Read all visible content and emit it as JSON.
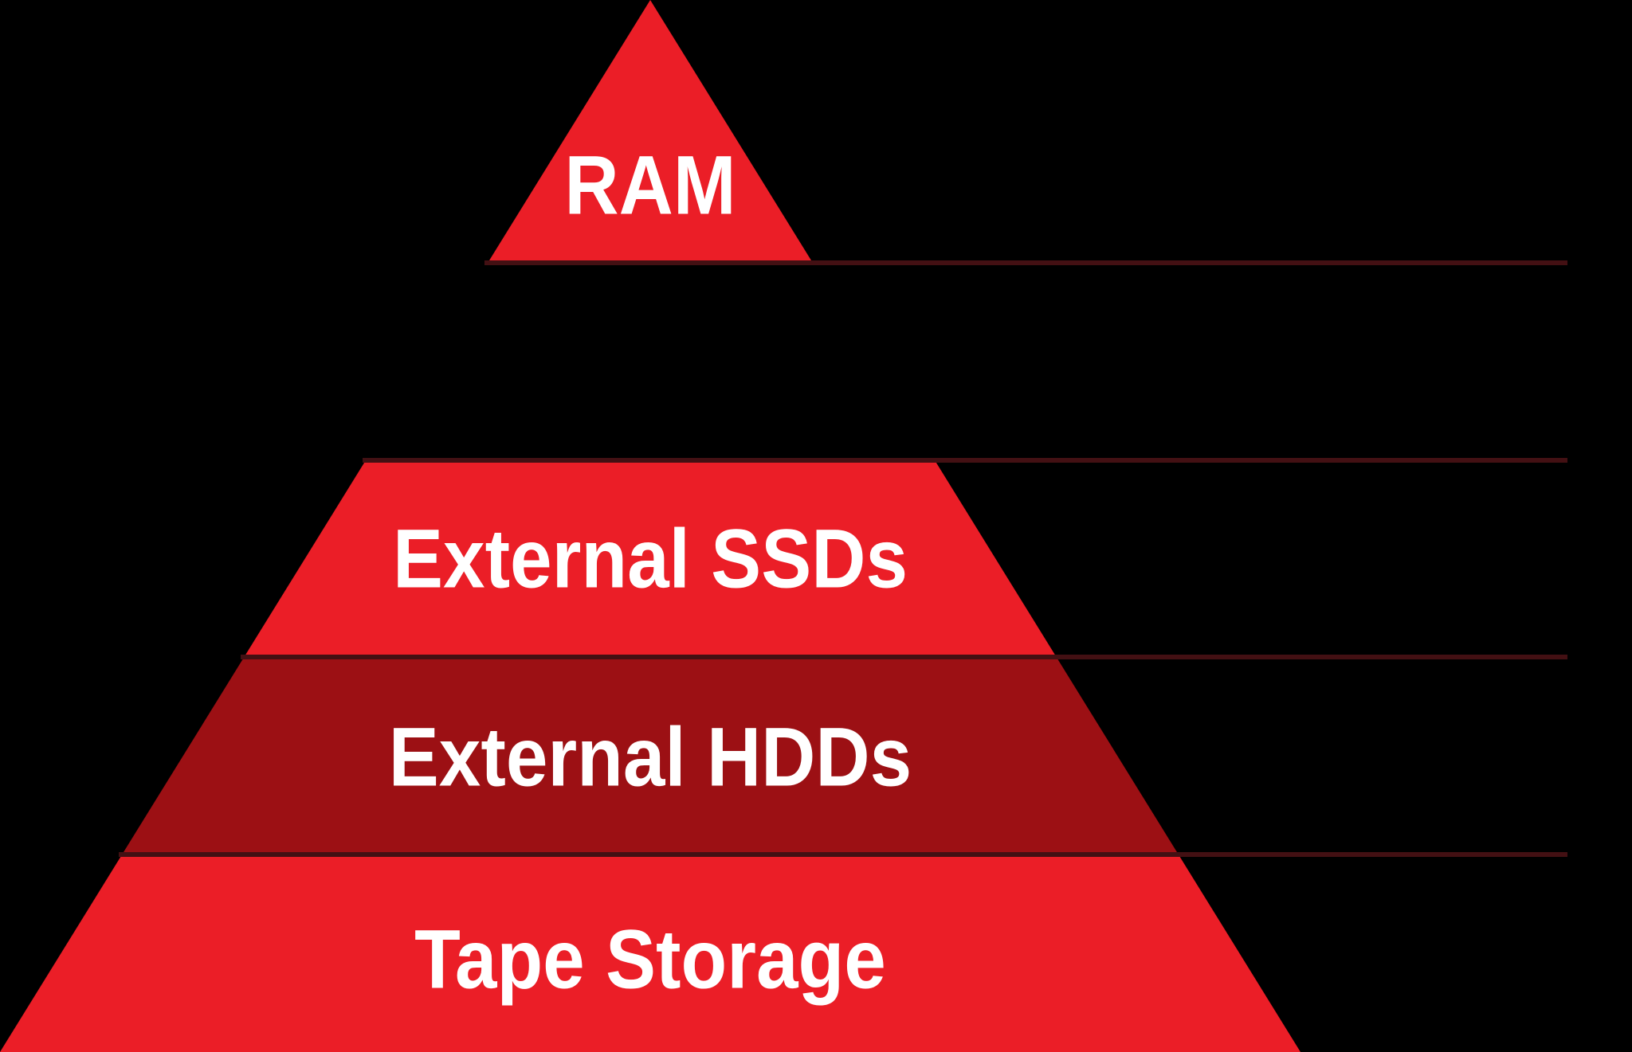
{
  "pyramid": {
    "background_color": "#000000",
    "connector_color": "#431013",
    "label_color": "#ffffff",
    "levels": [
      {
        "id": "ram",
        "label": "RAM",
        "color": "#EB1E27"
      },
      {
        "id": "hidden-tier",
        "label": "",
        "color": "#000000"
      },
      {
        "id": "external-ssds",
        "label": "External SSDs",
        "color": "#EB1E27"
      },
      {
        "id": "external-hdds",
        "label": "External HDDs",
        "color": "#9C1014"
      },
      {
        "id": "tape-storage",
        "label": "Tape Storage",
        "color": "#EB1E27"
      }
    ]
  }
}
